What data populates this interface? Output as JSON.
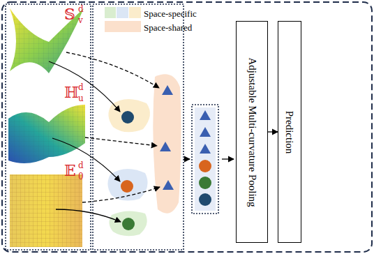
{
  "diagram": {
    "nodes": [
      {
        "text": [
          "Adjustable Multi-curvature Pooling"
        ]
      },
      {
        "text": [
          "Prediction"
        ]
      }
    ],
    "edges": [
      {
        "from": 0,
        "to": 1,
        "arrow": "to"
      }
    ],
    "labels": [
      "𝕊",
      "d",
      "v",
      "ℍ",
      "d",
      "u",
      "𝔼",
      "d",
      "0"
    ],
    "legend": [
      {
        "text": "Space-specific",
        "color": "#d9edcf"
      },
      {
        "text": "Space-shared",
        "color": "#fbe0cc"
      }
    ]
  }
}
